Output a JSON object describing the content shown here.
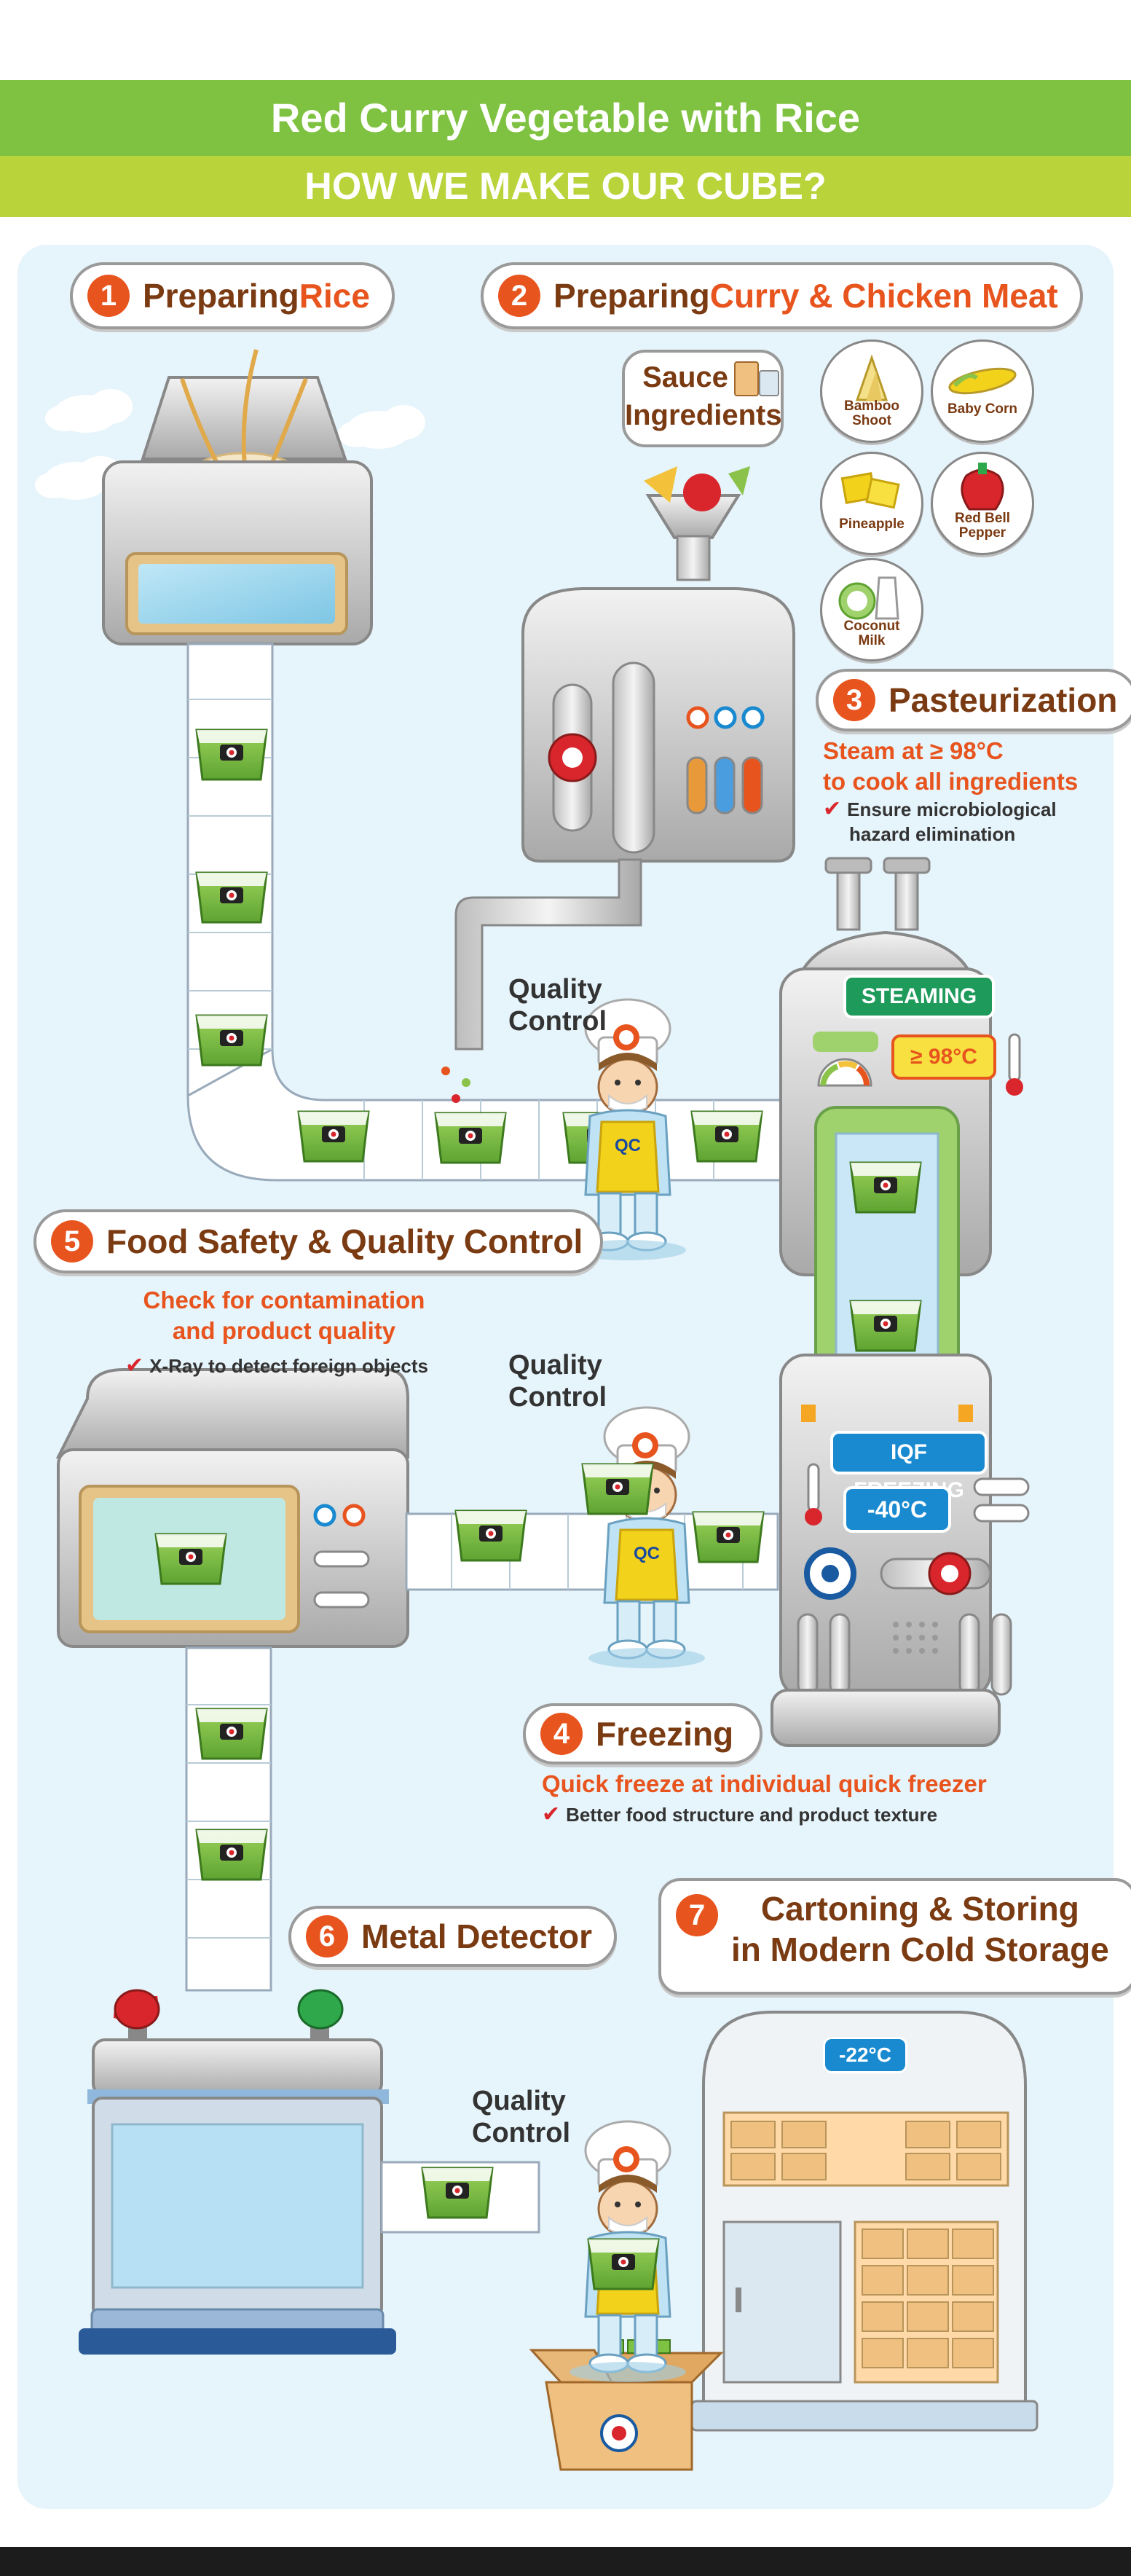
{
  "header": {
    "title": "Red Curry Vegetable with Rice",
    "subtitle": "HOW WE MAKE OUR CUBE?"
  },
  "colors": {
    "title_bar": "#7fc241",
    "subtitle_bar": "#b9d33b",
    "accent_orange": "#e8541e",
    "step_brown": "#7a3a12",
    "panel_bg": "#e6f4fb",
    "cube_green": "#7dc242"
  },
  "steps": [
    {
      "number": "1",
      "title": "Preparing ",
      "highlight": "Rice"
    },
    {
      "number": "2",
      "title": "Preparing ",
      "highlight": "Curry & Chicken Meat"
    },
    {
      "number": "3",
      "title": "Pasteurization",
      "highlight": ""
    },
    {
      "number": "4",
      "title": "Freezing",
      "highlight": ""
    },
    {
      "number": "5",
      "title": "Food Safety & Quality Control",
      "highlight": ""
    },
    {
      "number": "6",
      "title": "Metal Detector",
      "highlight": ""
    },
    {
      "number": "7",
      "title_line1": "Cartoning & Storing",
      "title_line2": "in Modern Cold Storage"
    }
  ],
  "sauce": {
    "label_line1": "Sauce",
    "label_line2": "Ingredients"
  },
  "ingredients": [
    {
      "name_line1": "Bamboo",
      "name_line2": "Shoot",
      "icon": "bamboo-shoot-icon"
    },
    {
      "name_line1": "Baby Corn",
      "name_line2": "",
      "icon": "baby-corn-icon"
    },
    {
      "name_line1": "Pineapple",
      "name_line2": "",
      "icon": "pineapple-icon"
    },
    {
      "name_line1": "Red Bell",
      "name_line2": "Pepper",
      "icon": "red-bell-pepper-icon"
    },
    {
      "name_line1": "Coconut",
      "name_line2": "Milk",
      "icon": "coconut-milk-icon"
    }
  ],
  "pasteurization": {
    "desc_line1": "Steam at ≥ 98°C",
    "desc_line2": "to cook all ingredients",
    "check_line1": "Ensure microbiological",
    "check_line2": "hazard elimination",
    "machine_label": "STEAMING",
    "temperature": "≥ 98°C"
  },
  "freezing": {
    "desc": "Quick freeze at individual quick freezer",
    "check": "Better food structure and product texture",
    "machine_label": "IQF FREEZING",
    "temperature": "-40°C"
  },
  "food_safety": {
    "desc_line1": "Check for contamination",
    "desc_line2": "and product quality",
    "check": "X-Ray to detect foreign objects"
  },
  "storage": {
    "temperature": "-22°C"
  },
  "qc_labels": {
    "line1": "Quality",
    "line2": "Control",
    "apron": "QC"
  }
}
